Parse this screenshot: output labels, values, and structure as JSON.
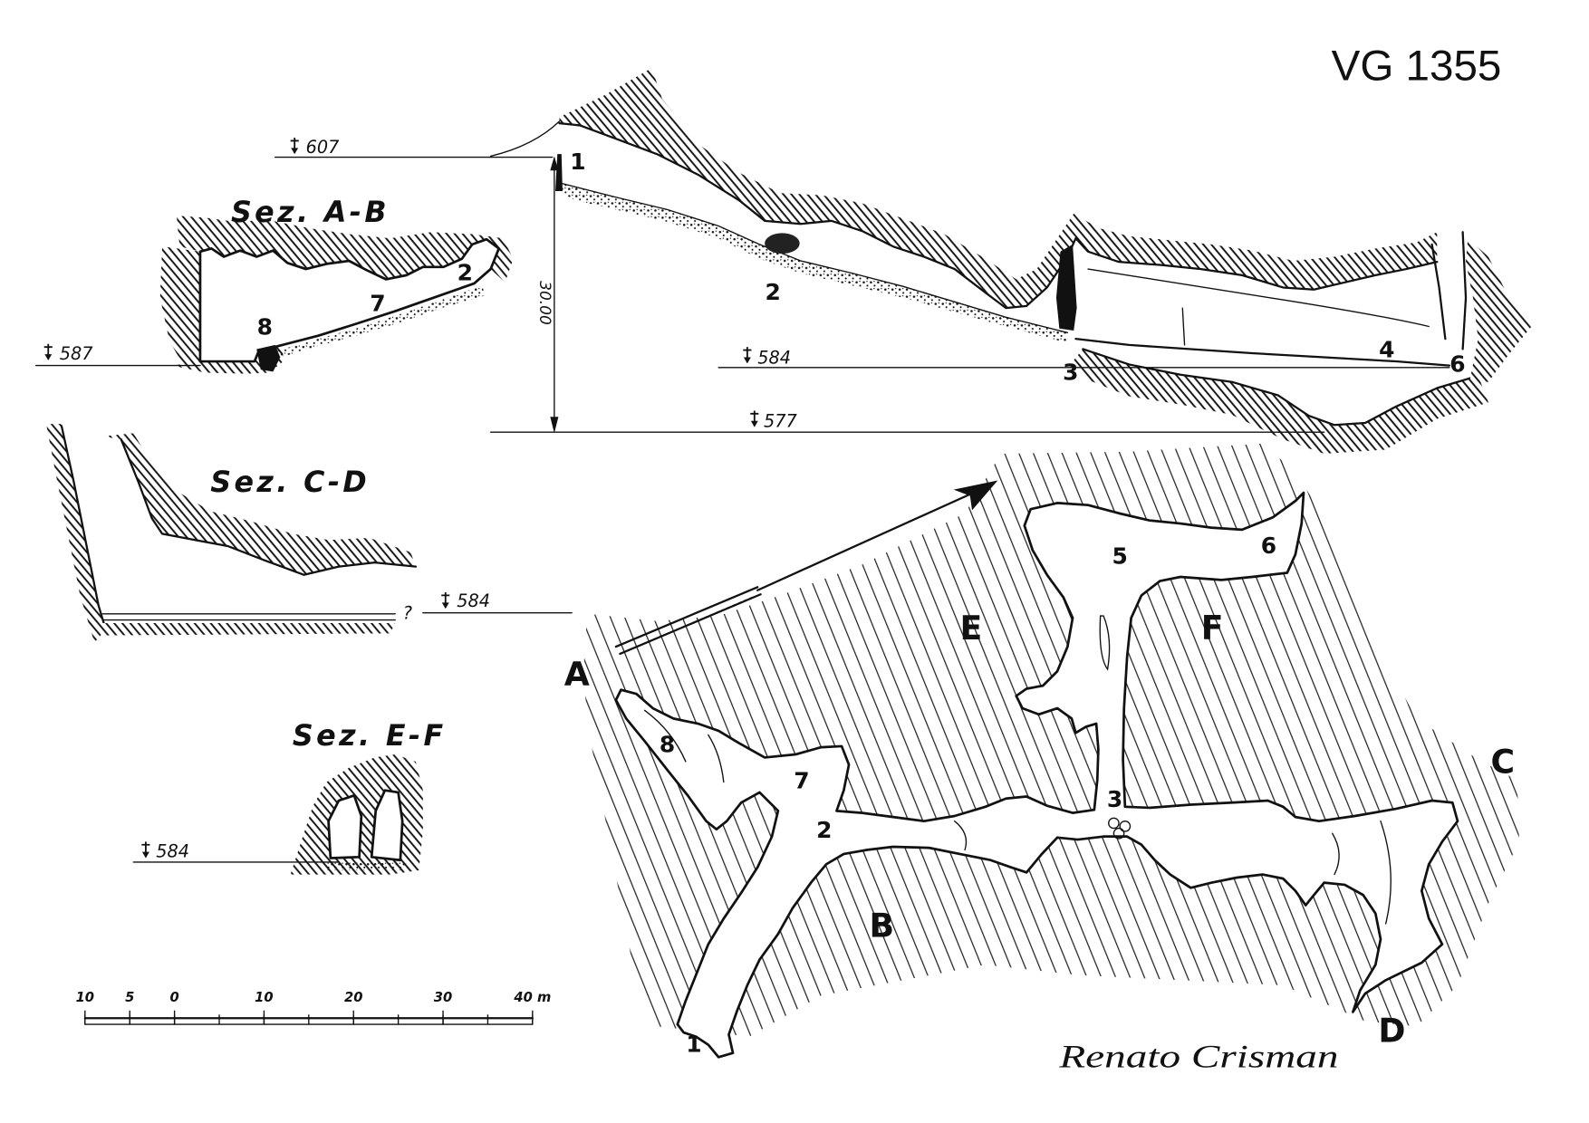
{
  "sheet": {
    "code": "VG 1355",
    "author": "Renato Crisman"
  },
  "colors": {
    "ink": "#111111",
    "paper": "#ffffff"
  },
  "icons": {
    "elevation_mark": "elevation-mark-icon",
    "north_arrow": "north-arrow-icon",
    "station_marker": "knot-icon"
  },
  "profile": {
    "entrance_level": "607",
    "water_level": "584",
    "bottom_level": "577",
    "depth": "30.00",
    "stations": {
      "s1": "1",
      "s2": "2",
      "s3": "3",
      "s4": "4",
      "s6": "6"
    }
  },
  "section_ab": {
    "title": "Sez. A-B",
    "level": "587",
    "stations": {
      "s2": "2",
      "s7": "7",
      "s8": "8"
    }
  },
  "section_cd": {
    "title": "Sez. C-D",
    "level": "584",
    "note": "?"
  },
  "section_ef": {
    "title": "Sez. E-F",
    "level": "584"
  },
  "plan": {
    "section_points": {
      "a": "A",
      "b": "B",
      "c": "C",
      "d": "D",
      "e": "E",
      "f": "F"
    },
    "stations": {
      "s1": "1",
      "s2": "2",
      "s3": "3",
      "s5": "5",
      "s6": "6",
      "s7": "7",
      "s8": "8"
    }
  },
  "scale_bar": {
    "ticks": [
      {
        "label": "10",
        "value": -10
      },
      {
        "label": "5",
        "value": -5
      },
      {
        "label": "0",
        "value": 0
      },
      {
        "label": "10",
        "value": 10
      },
      {
        "label": "20",
        "value": 20
      },
      {
        "label": "30",
        "value": 30
      },
      {
        "label": "40 m",
        "value": 40
      }
    ]
  }
}
